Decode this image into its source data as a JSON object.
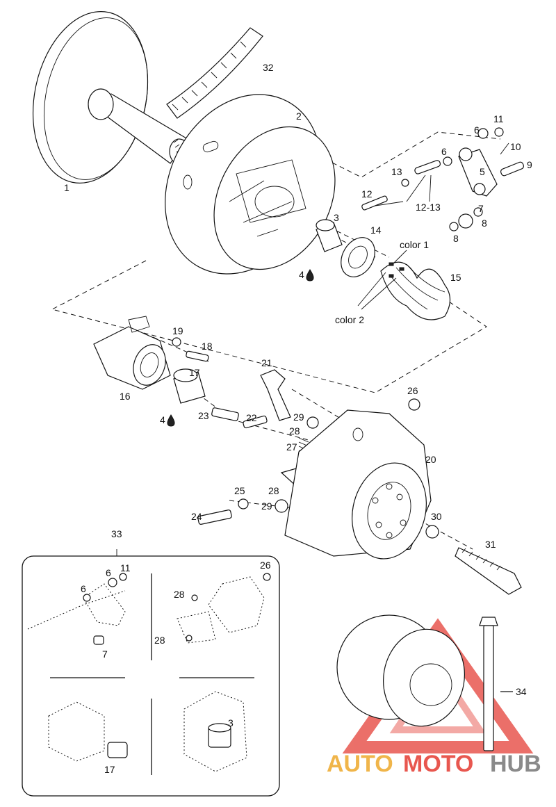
{
  "callouts": {
    "p1": "1",
    "p2": "2",
    "p3": "3",
    "p32": "32",
    "p5": "5",
    "p6a": "6",
    "p6b": "6",
    "p7": "7",
    "p8a": "8",
    "p8b": "8",
    "p9": "9",
    "p10": "10",
    "p11": "11",
    "p12": "12",
    "p13": "13",
    "p12_13": "12-13",
    "p14": "14",
    "p15": "15",
    "color1": "color 1",
    "color2": "color 2",
    "p4a": "4",
    "p4b": "4",
    "p16": "16",
    "p17": "17",
    "p18": "18",
    "p19": "19",
    "p20": "20",
    "p21": "21",
    "p22": "22",
    "p23": "23",
    "p24": "24",
    "p25": "25",
    "p26": "26",
    "p27": "27",
    "p28a": "28",
    "p28b": "28",
    "p29a": "29",
    "p29b": "29",
    "p30": "30",
    "p31": "31",
    "p33": "33",
    "p34": "34"
  },
  "inset": {
    "i6a": "6",
    "i6b": "6",
    "i11": "11",
    "i7": "7",
    "i26": "26",
    "i28a": "28",
    "i28b": "28",
    "i3": "3",
    "i17": "17"
  },
  "watermark": {
    "auto": "AUTO",
    "moto": "MOTO",
    "hub": "HUB",
    "colors": {
      "accent": "#e8574f",
      "gold": "#f0b54a",
      "dark": "#8a8a8a"
    }
  }
}
